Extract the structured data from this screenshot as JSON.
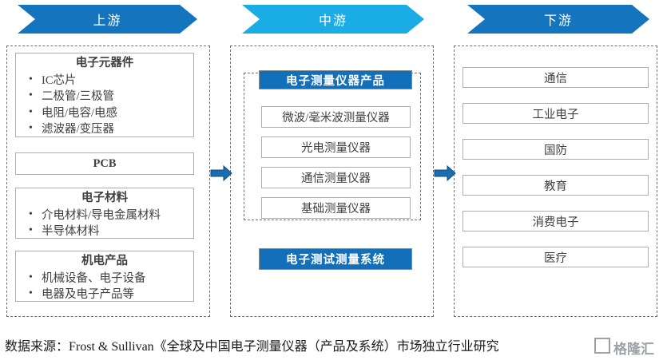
{
  "banners": {
    "upstream": {
      "label": "上游",
      "color": "#1474bd"
    },
    "midstream": {
      "label": "中游",
      "color": "#1aade5"
    },
    "downstream": {
      "label": "下游",
      "color": "#1474bd"
    }
  },
  "upstream": {
    "groups": [
      {
        "title": "电子元器件",
        "items": [
          "IC芯片",
          "二极管/三极管",
          "电阻/电容/电感",
          "滤波器/变压器"
        ]
      },
      {
        "title": "PCB",
        "items": []
      },
      {
        "title": "电子材料",
        "items": [
          "介电材料/导电金属材料",
          "半导体材料"
        ]
      },
      {
        "title": "机电产品",
        "items": [
          "机械设备、电子设备",
          "电器及电子产品等"
        ]
      }
    ]
  },
  "midstream": {
    "product_header": "电子测量仪器产品",
    "products": [
      "微波/毫米波测量仪器",
      "光电测量仪器",
      "通信测量仪器",
      "基础测量仪器"
    ],
    "system_box": "电子测试测量系统"
  },
  "downstream": {
    "applications": [
      "通信",
      "工业电子",
      "国防",
      "教育",
      "消费电子",
      "医疗"
    ]
  },
  "connectors": {
    "arrow_1": "right-arrow-icon",
    "arrow_2": "right-arrow-icon",
    "color": "#1b6cb0"
  },
  "footer": {
    "source": "数据来源：Frost & Sullivan《全球及中国电子测量仪器（产品及系统）市场独立行业研究"
  },
  "watermark": {
    "text": "格隆汇"
  }
}
